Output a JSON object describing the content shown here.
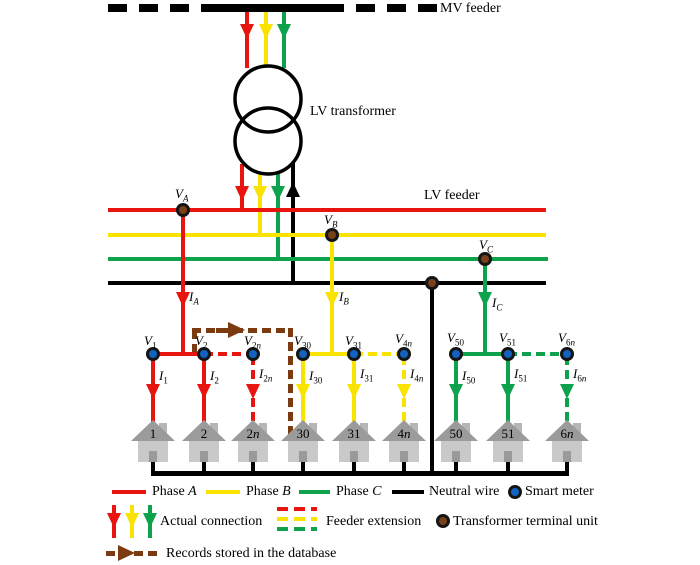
{
  "colors": {
    "phaseA": "#e8140e",
    "phaseB": "#fbe300",
    "phaseC": "#0fa24c",
    "neutral": "#000000",
    "records": "#7b3a10",
    "smartMeter": "#1262c2",
    "ttuBrown": "#7a4018",
    "houseRoof": "#9b9b9b",
    "houseBody": "#c9c9c9"
  },
  "titles": {
    "mv_feeder": "MV feeder",
    "lv_transformer": "LV transformer",
    "lv_feeder": "LV feeder"
  },
  "feeder": {
    "va": {
      "base": "V",
      "sub_var": "A"
    },
    "ia": {
      "base": "I",
      "sub_var": "A"
    },
    "vb": {
      "base": "V",
      "sub_var": "B"
    },
    "ib": {
      "base": "I",
      "sub_var": "B"
    },
    "vc": {
      "base": "V",
      "sub_var": "C"
    },
    "ic": {
      "base": "I",
      "sub_var": "C"
    }
  },
  "meters": {
    "v1": {
      "base": "V",
      "sub_num": "1"
    },
    "i1": {
      "base": "I",
      "sub_num": "1"
    },
    "v2": {
      "base": "V",
      "sub_num": "2"
    },
    "i2": {
      "base": "I",
      "sub_num": "2"
    },
    "v2n": {
      "base": "V",
      "sub_num": "2",
      "sub_var": "n"
    },
    "i2n": {
      "base": "I",
      "sub_num": "2",
      "sub_var": "n"
    },
    "v30": {
      "base": "V",
      "sub_num": "30"
    },
    "i30": {
      "base": "I",
      "sub_num": "30"
    },
    "v31": {
      "base": "V",
      "sub_num": "31"
    },
    "i31": {
      "base": "I",
      "sub_num": "31"
    },
    "v4n": {
      "base": "V",
      "sub_num": "4",
      "sub_var": "n"
    },
    "i4n": {
      "base": "I",
      "sub_num": "4",
      "sub_var": "n"
    },
    "v50": {
      "base": "V",
      "sub_num": "50"
    },
    "i50": {
      "base": "I",
      "sub_num": "50"
    },
    "v51": {
      "base": "V",
      "sub_num": "51"
    },
    "i51": {
      "base": "I",
      "sub_num": "51"
    },
    "v6n": {
      "base": "V",
      "sub_num": "6",
      "sub_var": "n"
    },
    "i6n": {
      "base": "I",
      "sub_num": "6",
      "sub_var": "n"
    }
  },
  "houses": {
    "h1": {
      "num": "1"
    },
    "h2": {
      "num": "2"
    },
    "h2n": {
      "num": "2",
      "var": "n"
    },
    "h30": {
      "num": "30"
    },
    "h31": {
      "num": "31"
    },
    "h4n": {
      "num": "4",
      "var": "n"
    },
    "h50": {
      "num": "50"
    },
    "h51": {
      "num": "51"
    },
    "h6n": {
      "num": "6",
      "var": "n"
    }
  },
  "legend": {
    "phase_a": {
      "pre": "Phase ",
      "it": "A"
    },
    "phase_b": {
      "pre": "Phase ",
      "it": "B"
    },
    "phase_c": {
      "pre": "Phase ",
      "it": "C"
    },
    "neutral": "Neutral wire",
    "smart_meter": "Smart meter",
    "actual_connection": "Actual connection",
    "feeder_extension": "Feeder extension",
    "ttu": "Transformer terminal unit",
    "records": "Records stored in the database"
  }
}
